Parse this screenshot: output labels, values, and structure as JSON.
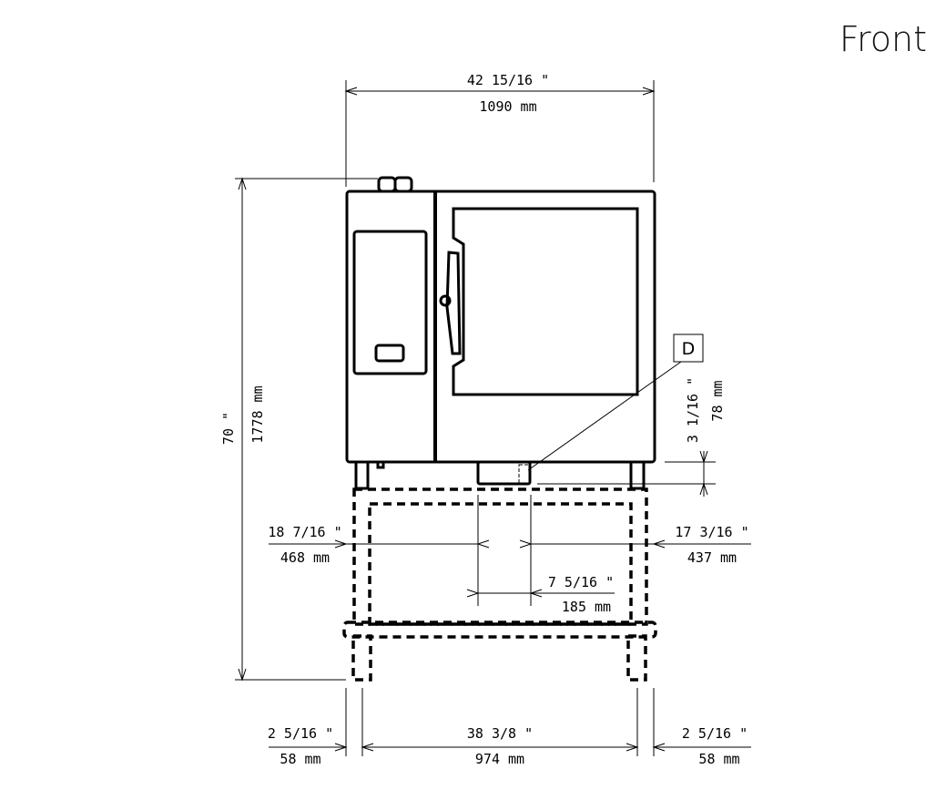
{
  "view_title": "Front",
  "detail_marker": "D",
  "dimensions": {
    "overall_width": {
      "inch": "42 15/16 \"",
      "mm": "1090 mm"
    },
    "overall_height": {
      "inch": "70 \"",
      "mm": "1778 mm"
    },
    "drain_height": {
      "inch": "3 1/16 \"",
      "mm": "78 mm"
    },
    "drain_left": {
      "inch": "18 7/16 \"",
      "mm": "468 mm"
    },
    "drain_right": {
      "inch": "17 3/16 \"",
      "mm": "437 mm"
    },
    "drain_width": {
      "inch": "7 5/16 \"",
      "mm": "185 mm"
    },
    "leg_offset_left": {
      "inch": "2 5/16 \"",
      "mm": "58 mm"
    },
    "leg_span": {
      "inch": "38 3/8 \"",
      "mm": "974 mm"
    },
    "leg_offset_right": {
      "inch": "2 5/16 \"",
      "mm": "58 mm"
    }
  }
}
